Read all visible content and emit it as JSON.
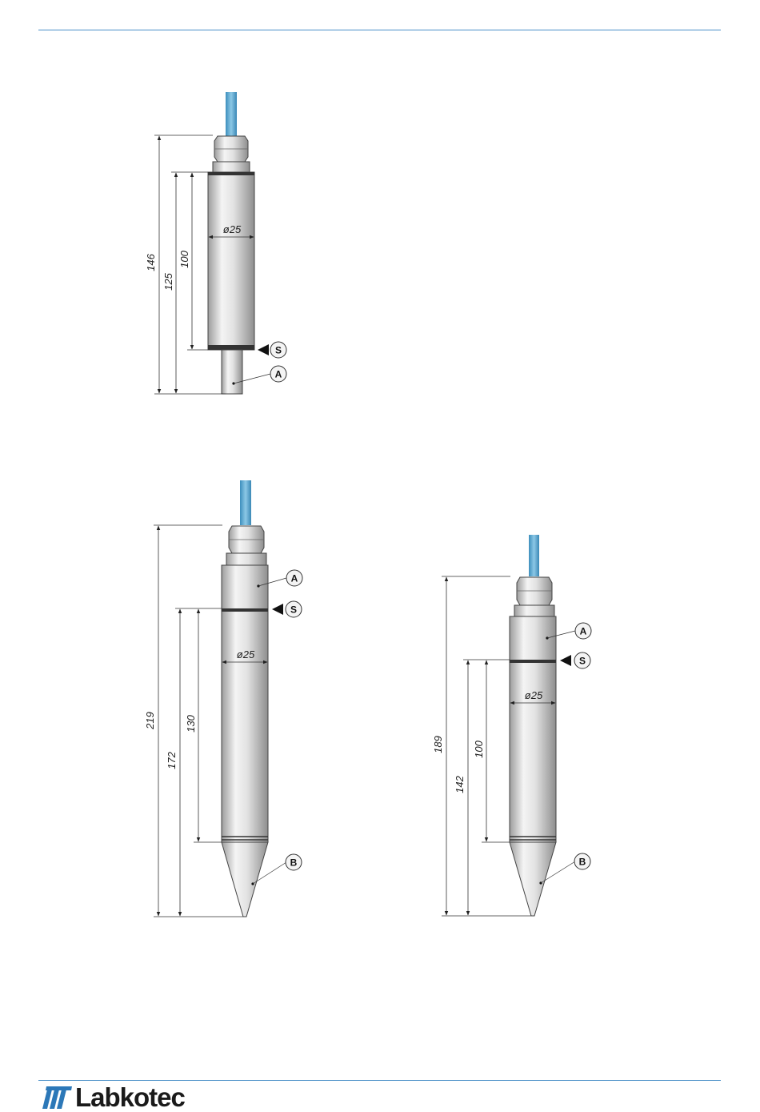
{
  "colors": {
    "rule": "#4a90c8",
    "cable": "#5aa7cf",
    "body_light": "#eeeeee",
    "body_dark": "#a0a0a0"
  },
  "brand": {
    "name": "Labkotec",
    "icon": "labkotec-logo-icon"
  },
  "sensor1": {
    "dimensions": {
      "overall": "146",
      "mid": "125",
      "body": "100",
      "diameter": "ø25"
    },
    "callouts": {
      "s": "S",
      "a": "A"
    }
  },
  "sensor2": {
    "dimensions": {
      "overall": "219",
      "mid": "172",
      "body": "130",
      "diameter": "ø25"
    },
    "callouts": {
      "a": "A",
      "s": "S",
      "b": "B"
    }
  },
  "sensor3": {
    "dimensions": {
      "overall": "189",
      "mid": "142",
      "body": "100",
      "diameter": "ø25"
    },
    "callouts": {
      "a": "A",
      "s": "S",
      "b": "B"
    }
  }
}
